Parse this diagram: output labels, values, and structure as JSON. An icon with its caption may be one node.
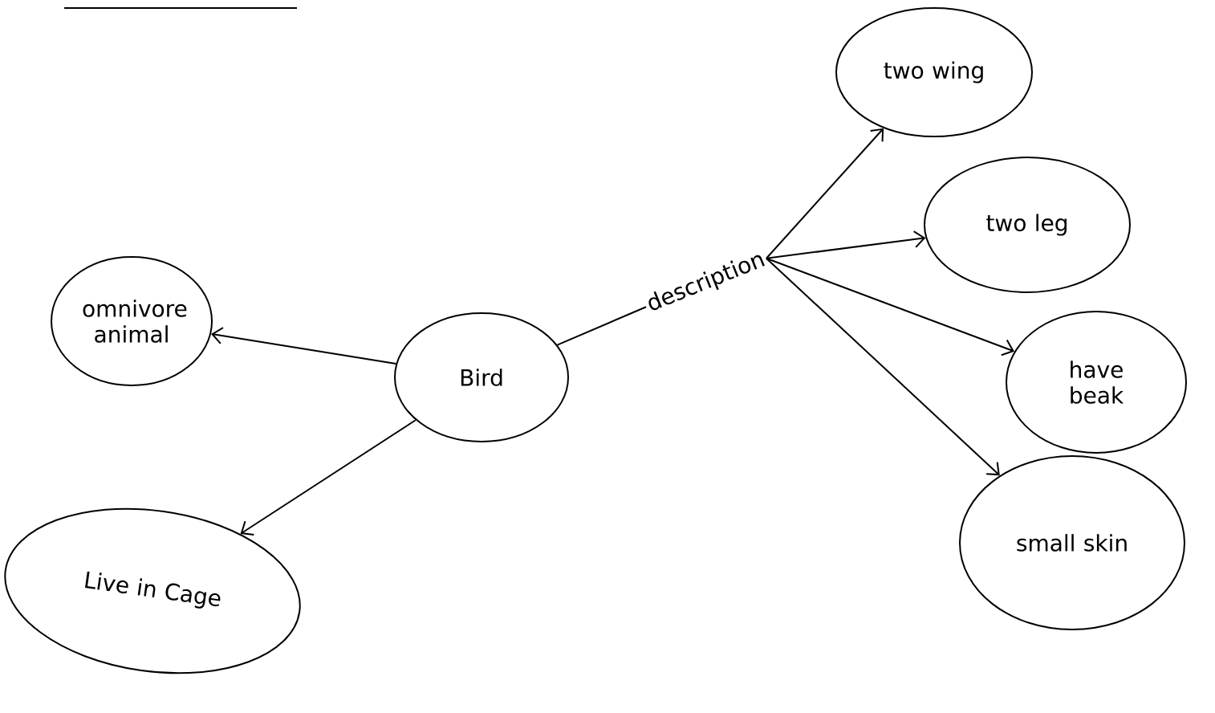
{
  "diagram": {
    "nodes": [
      {
        "text": [
          "omnivore animal"
        ]
      },
      {
        "text": [
          "Live in Cage"
        ]
      },
      {
        "text": [
          "Bird"
        ]
      },
      {
        "text": [
          "description"
        ]
      },
      {
        "text": [
          "two wing"
        ]
      },
      {
        "text": [
          "two leg"
        ]
      },
      {
        "text": [
          "have beak"
        ]
      },
      {
        "text": [
          "small skin"
        ]
      }
    ],
    "edges": [
      {
        "from": 2,
        "to": 0,
        "arrow": "to"
      },
      {
        "from": 2,
        "to": 1,
        "arrow": "to"
      },
      {
        "from": 2,
        "to": 3,
        "arrow": "none"
      },
      {
        "from": 3,
        "to": 4,
        "arrow": "to"
      },
      {
        "from": 3,
        "to": 5,
        "arrow": "to"
      },
      {
        "from": 3,
        "to": 6,
        "arrow": "to"
      },
      {
        "from": 3,
        "to": 7,
        "arrow": "to"
      }
    ]
  }
}
